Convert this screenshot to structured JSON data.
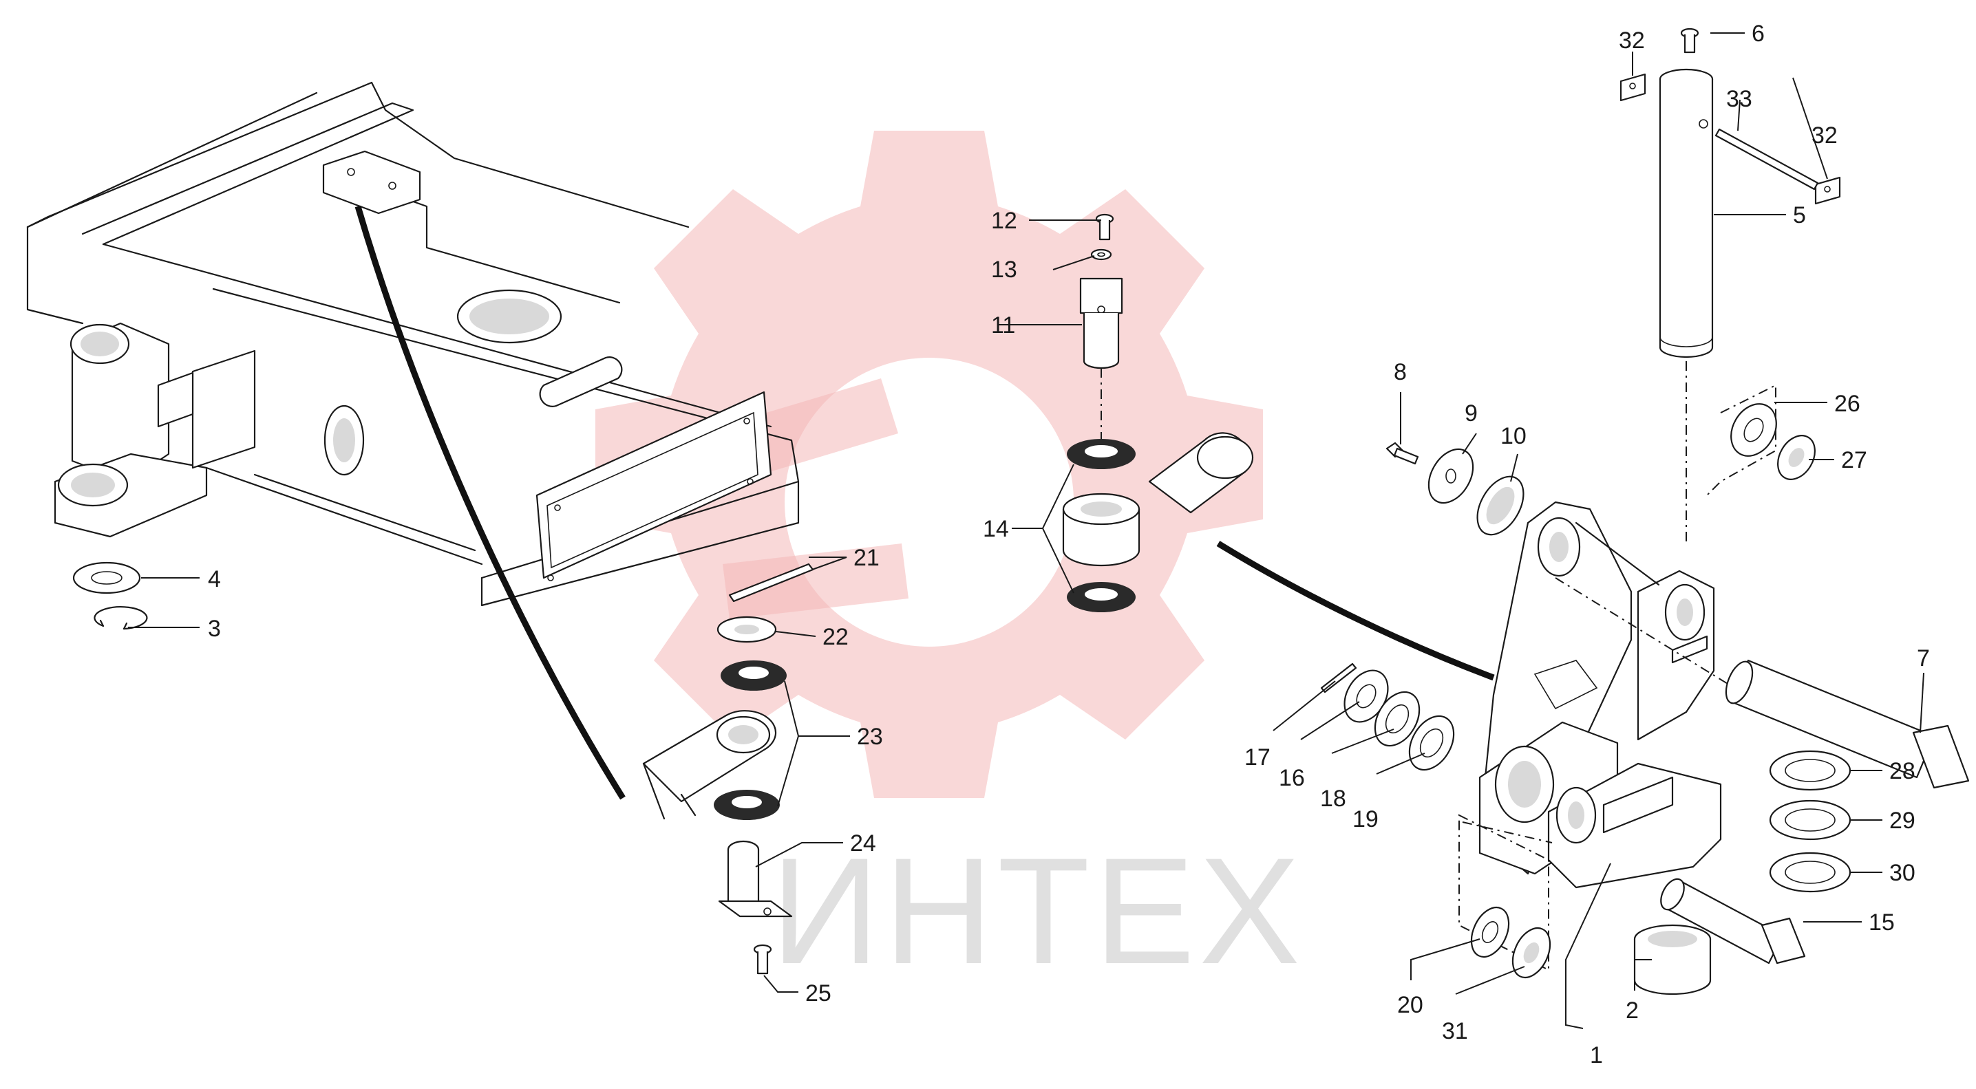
{
  "watermark": {
    "text": "ИНТЕХ",
    "color": "#f4b8b8"
  },
  "labels": {
    "l1": "1",
    "l2": "2",
    "l3": "3",
    "l4": "4",
    "l5": "5",
    "l6": "6",
    "l7": "7",
    "l8": "8",
    "l9": "9",
    "l10": "10",
    "l11": "11",
    "l12": "12",
    "l13": "13",
    "l14": "14",
    "l15": "15",
    "l16": "16",
    "l17": "17",
    "l18": "18",
    "l19": "19",
    "l20": "20",
    "l21": "21",
    "l22": "22",
    "l23": "23",
    "l24": "24",
    "l25": "25",
    "l26": "26",
    "l27": "27",
    "l28": "28",
    "l29": "29",
    "l30": "30",
    "l31": "31",
    "l32a": "32",
    "l32b": "32",
    "l33": "33"
  }
}
